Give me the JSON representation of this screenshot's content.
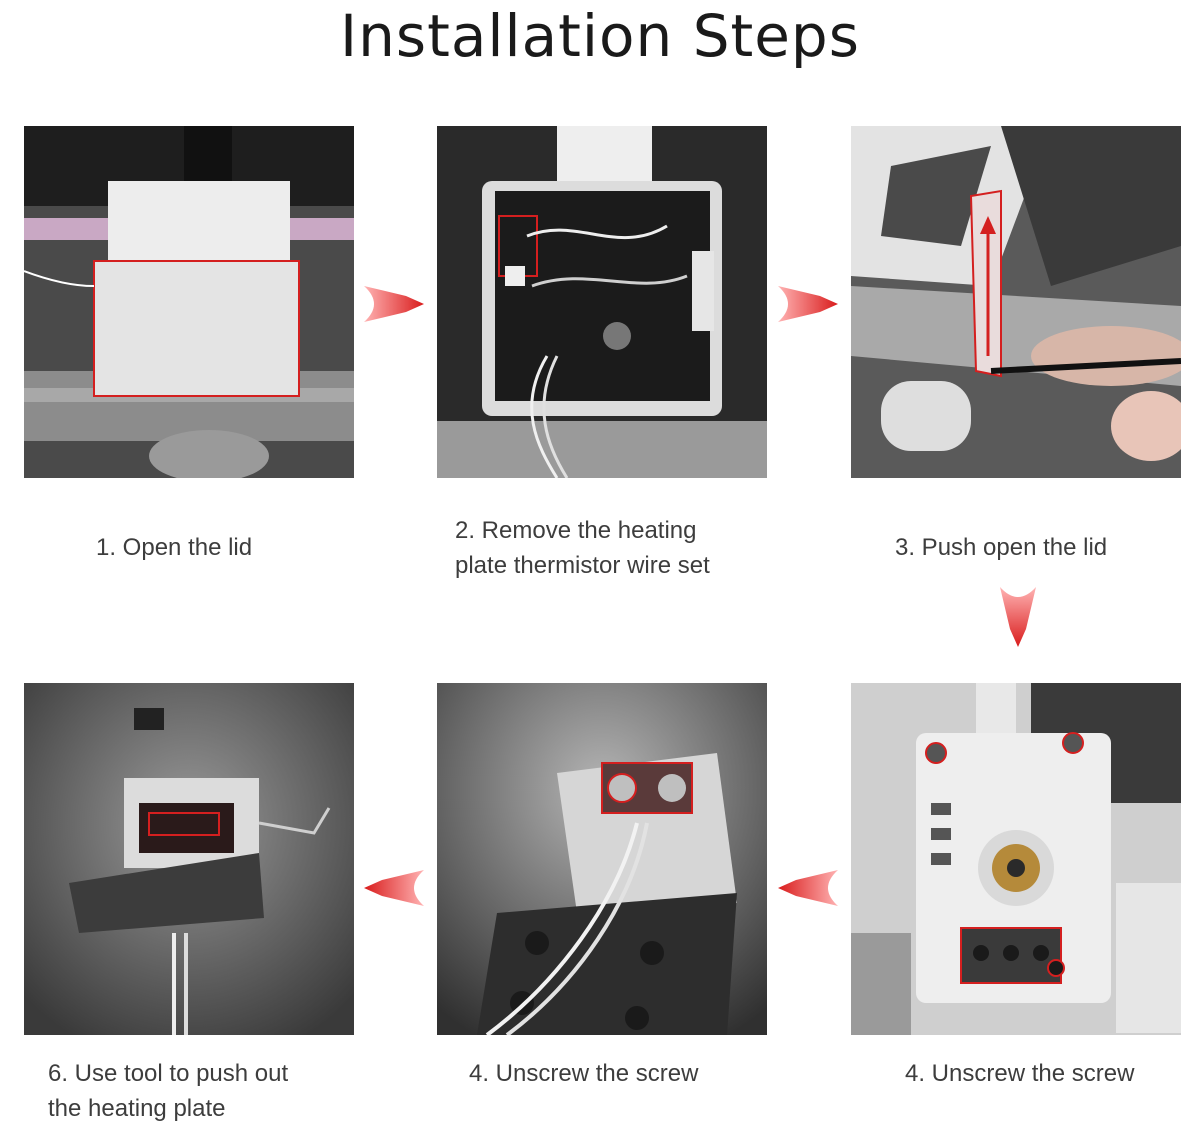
{
  "page": {
    "title": "Installation Steps"
  },
  "steps": [
    {
      "caption": "1. Open the lid"
    },
    {
      "caption": "2. Remove the heating\n   plate thermistor wire set"
    },
    {
      "caption": "3. Push open the lid"
    },
    {
      "caption": "4. Unscrew the screw"
    },
    {
      "caption": "4. Unscrew the screw"
    },
    {
      "caption": "6. Use tool to push out\n   the heating plate"
    }
  ],
  "colors": {
    "accent_red": "#d91c1c",
    "text": "#3d3d3d"
  },
  "icons": {
    "flow_arrow": "red-arrow-icon"
  }
}
